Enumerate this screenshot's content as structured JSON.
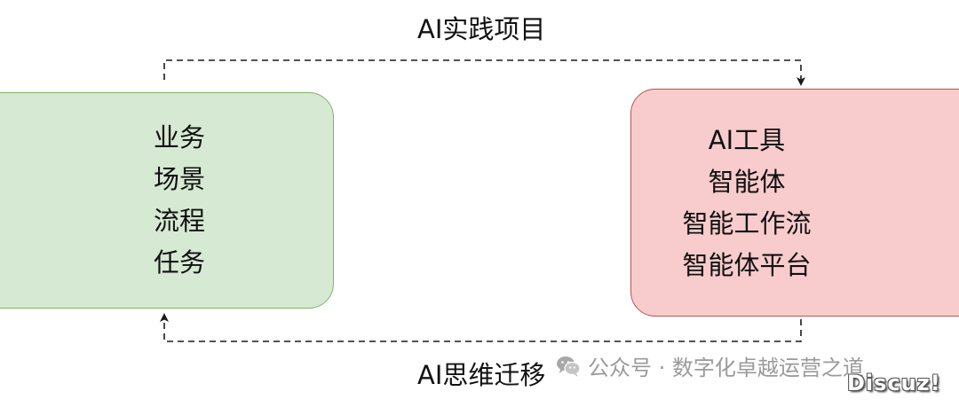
{
  "diagram": {
    "top_edge_label": "AI实践项目",
    "bottom_edge_label": "AI思维迁移",
    "left_box": {
      "lines": [
        "业务",
        "场景",
        "流程",
        "任务"
      ],
      "fill_color": "#d6e9d3",
      "border_color": "#82b366"
    },
    "right_box": {
      "lines": [
        "AI工具",
        "智能体",
        "智能工作流",
        "智能体平台"
      ],
      "fill_color": "#f8cccc",
      "border_color": "#b85450"
    },
    "connector_style": "dashed",
    "connector_color": "#1a1a1a"
  },
  "watermark": {
    "icon": "wechat-icon",
    "text": "公众号 · 数字化卓越运营之道"
  },
  "forum_mark": {
    "text": "Discuz!"
  }
}
